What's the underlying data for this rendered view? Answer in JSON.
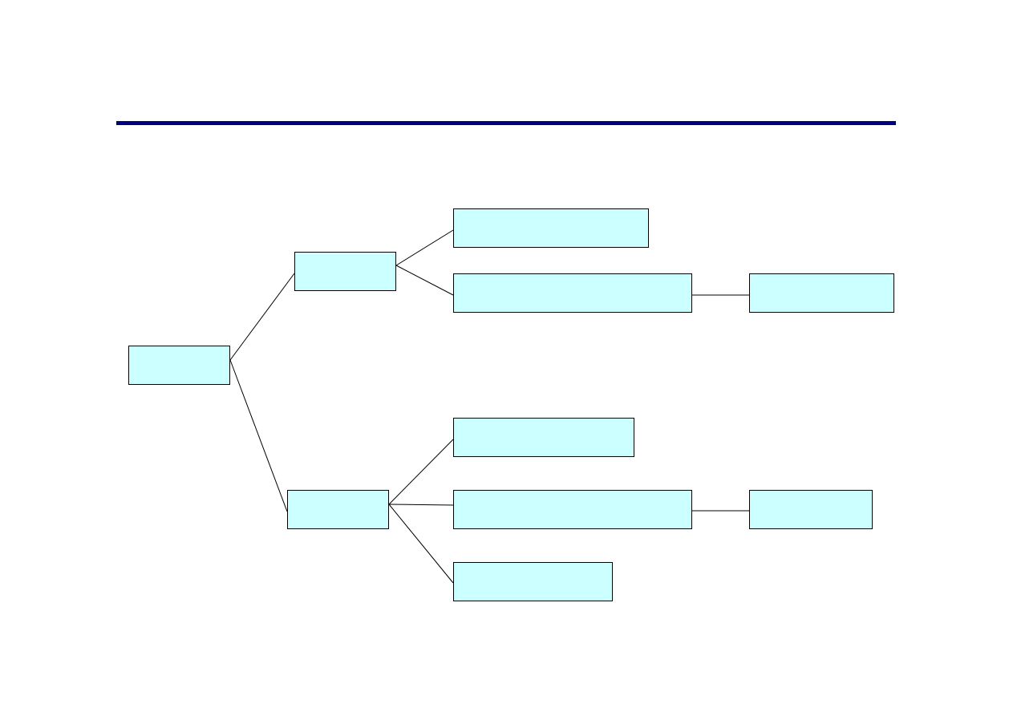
{
  "colors": {
    "title_rule": "#000080",
    "node_fill": "#ccffff",
    "node_border": "#000000",
    "connector": "#000000",
    "background": "#ffffff"
  },
  "diagram": {
    "type": "tree",
    "nodes": {
      "root": {
        "label": ""
      },
      "b1": {
        "label": ""
      },
      "b2": {
        "label": ""
      },
      "b1c1": {
        "label": ""
      },
      "b1c2": {
        "label": ""
      },
      "b1c2x": {
        "label": ""
      },
      "b2c1": {
        "label": ""
      },
      "b2c2": {
        "label": ""
      },
      "b2c2x": {
        "label": ""
      },
      "b2c3": {
        "label": ""
      }
    },
    "edges": [
      [
        "root",
        "b1"
      ],
      [
        "root",
        "b2"
      ],
      [
        "b1",
        "b1c1"
      ],
      [
        "b1",
        "b1c2"
      ],
      [
        "b1c2",
        "b1c2x"
      ],
      [
        "b2",
        "b2c1"
      ],
      [
        "b2",
        "b2c2"
      ],
      [
        "b2",
        "b2c3"
      ],
      [
        "b2c2",
        "b2c2x"
      ]
    ]
  }
}
